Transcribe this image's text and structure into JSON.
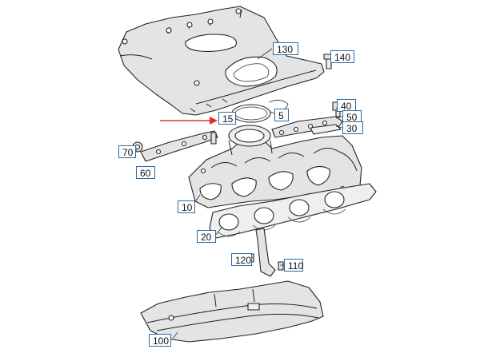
{
  "callouts": {
    "c130": "130",
    "c140": "140",
    "c40": "40",
    "c15": "15",
    "c5": "5",
    "c50": "50",
    "c30": "30",
    "c70": "70",
    "c60": "60",
    "c10": "10",
    "c20": "20",
    "c120": "120",
    "c110": "110",
    "c100": "100"
  },
  "colors": {
    "callout_border": "#2a6aa8",
    "pointer_arrow": "#e0302a"
  }
}
